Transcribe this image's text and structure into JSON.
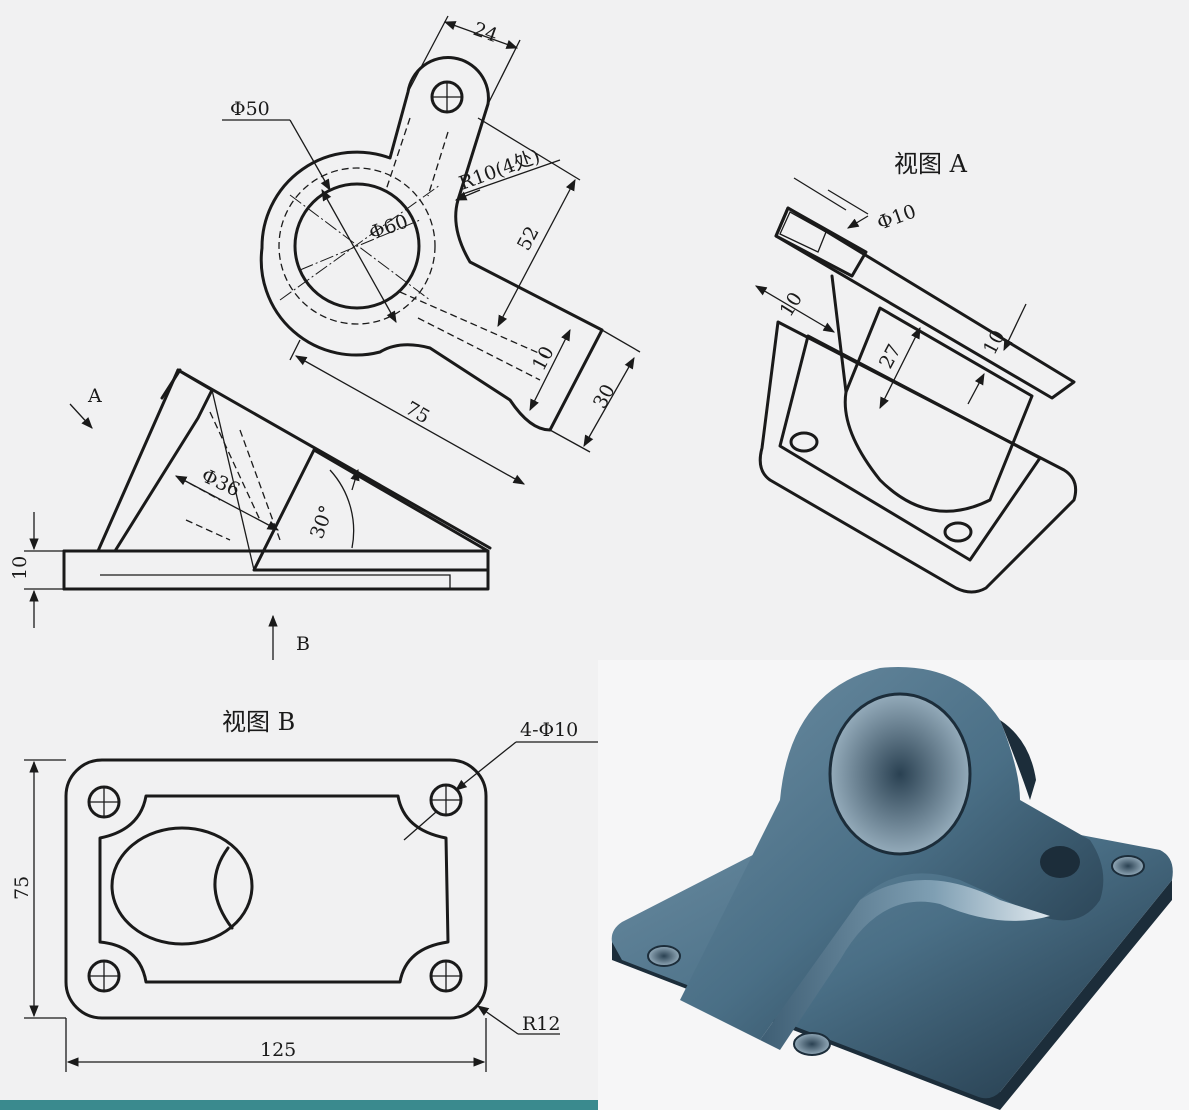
{
  "main_view": {
    "dim_24": "24",
    "dim_d50": "Φ50",
    "dim_r10": "R10(4处)",
    "dim_d60": "Φ60",
    "dim_52": "52",
    "dim_10a": "10",
    "dim_30": "30",
    "dim_75": "75",
    "dim_d36": "Φ36",
    "dim_30deg": "30°",
    "dim_10b": "10",
    "arrow_a": "A",
    "arrow_b": "B"
  },
  "view_a": {
    "title": "视图  A",
    "dim_d10": "Φ10",
    "dim_10a": "10",
    "dim_27": "27",
    "dim_10b": "10"
  },
  "view_b": {
    "title": "视图  B",
    "dim_holes": "4-Φ10",
    "dim_75": "75",
    "dim_125": "125",
    "dim_r12": "R12"
  },
  "colors": {
    "ink": "#1a1a1a",
    "paper": "#f1f1f2",
    "model_steel": "#4a6f86"
  }
}
